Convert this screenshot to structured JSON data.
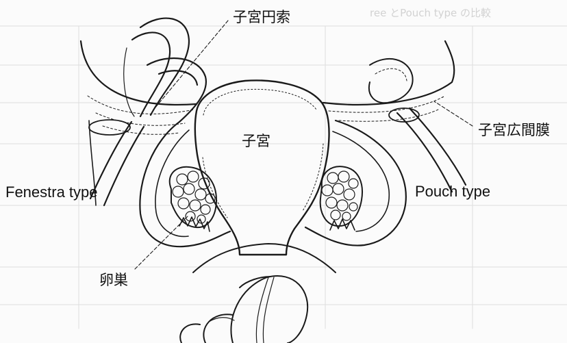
{
  "labels": {
    "round_ligament": "子宮円索",
    "uterus": "子宮",
    "broad_ligament": "子宮広間膜",
    "fenestra": "Fenestra type",
    "pouch": "Pouch type",
    "ovary": "卵巣"
  },
  "background_text": {
    "top_heading": "ree とPouch type の比較"
  },
  "colors": {
    "line": "#1a1a1a",
    "ghost_text": "#d2d2d2",
    "paper": "#fbfbfb"
  }
}
